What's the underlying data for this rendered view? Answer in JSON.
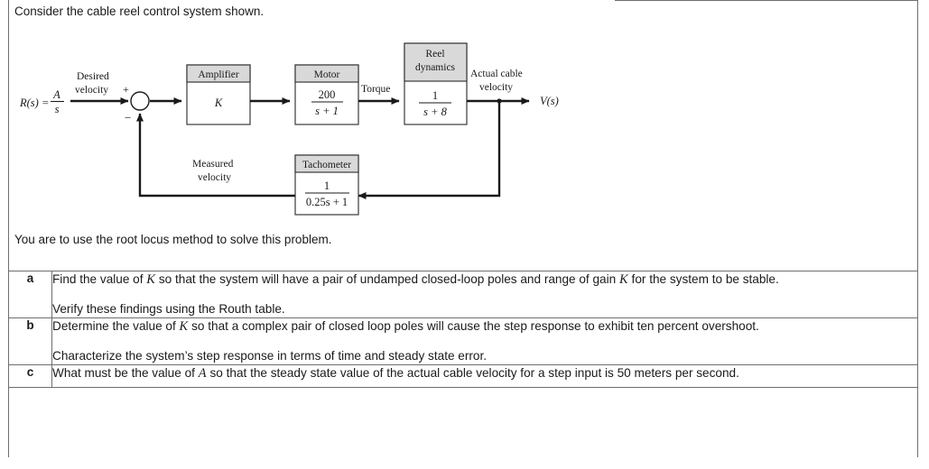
{
  "document": {
    "intro_text": "Consider the cable reel control system shown.",
    "outro_text": "You are to use the root locus method to solve this problem."
  },
  "diagram": {
    "title": "cable-reel-control-system-block-diagram",
    "input_label": "R(s) =",
    "input_numerator": "A",
    "input_denominator": "s",
    "desired_velocity_line1": "Desired",
    "desired_velocity_line2": "velocity",
    "sum_plus": "+",
    "sum_minus": "−",
    "blocks": [
      {
        "name": "amplifier",
        "header": "Amplifier",
        "body": "K",
        "is_fraction": false
      },
      {
        "name": "motor",
        "header": "Motor",
        "numerator": "200",
        "denominator": "s + 1",
        "is_fraction": true
      },
      {
        "name": "reel-dynamics",
        "header_line1": "Reel",
        "header_line2": "dynamics",
        "numerator": "1",
        "denominator": "s + 8",
        "is_fraction": true
      },
      {
        "name": "tachometer",
        "header": "Tachometer",
        "numerator": "1",
        "denominator": "0.25s + 1",
        "is_fraction": true
      }
    ],
    "torque_label": "Torque",
    "actual_cable_velocity_line1": "Actual cable",
    "actual_cable_velocity_line2": "velocity",
    "output_label": "V(s)",
    "measured_velocity_line1": "Measured",
    "measured_velocity_line2": "velocity"
  },
  "questions": [
    {
      "label": "a",
      "para1_pre": "Find the value of ",
      "para1_var1": "K",
      "para1_mid": " so that the system will have a pair of undamped closed-loop poles and range of gain ",
      "para1_var2": "K",
      "para1_post": " for the system to be stable.",
      "para2": "Verify these findings using the Routh table."
    },
    {
      "label": "b",
      "para1_pre": "Determine the value of ",
      "para1_var1": "K",
      "para1_post": " so that a complex pair of closed loop poles will cause the step response to exhibit ten percent overshoot.",
      "para2": "Characterize the system’s step response in terms of time and steady state error."
    },
    {
      "label": "c",
      "para1_pre": "What must be the value of ",
      "para1_var1": "A",
      "para1_post": " so that the steady state value of the actual cable velocity for a step input is 50 meters per second."
    }
  ],
  "colors": {
    "border": "#6f6f6f",
    "text": "#1a1a1a",
    "block_header_fill": "#d9d9d9",
    "diagram_line": "#1a1a1a"
  }
}
